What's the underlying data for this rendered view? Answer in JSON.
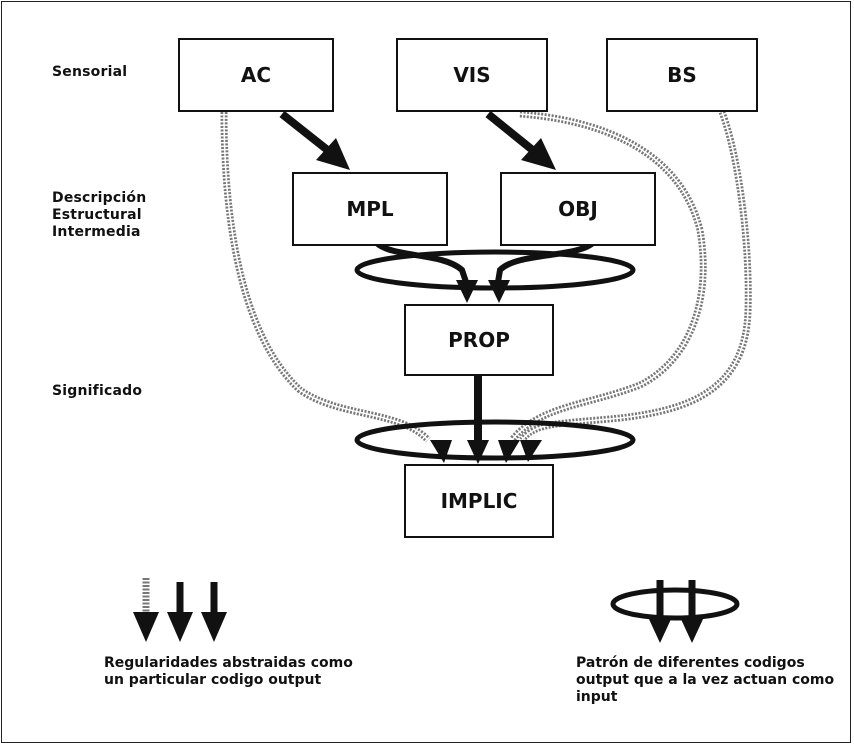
{
  "levels": {
    "sensorial": "Sensorial",
    "descripcion": [
      "Descripción",
      "Estructural",
      "Intermedia"
    ],
    "significado": "Significado"
  },
  "nodes": {
    "ac": "AC",
    "vis": "VIS",
    "bs": "BS",
    "mpl": "MPL",
    "obj": "OBJ",
    "prop": "PROP",
    "implic": "IMPLIC"
  },
  "legend": {
    "arrows_text": [
      "Regularidades abstraidas como",
      "un particular codigo output"
    ],
    "ellipse_text": [
      "Patrón de diferentes codigos",
      "output que a la vez actuan como",
      "input"
    ]
  },
  "colors": {
    "ink": "#111111",
    "hatched_line": "#7a7a7a",
    "background": "#ffffff"
  }
}
